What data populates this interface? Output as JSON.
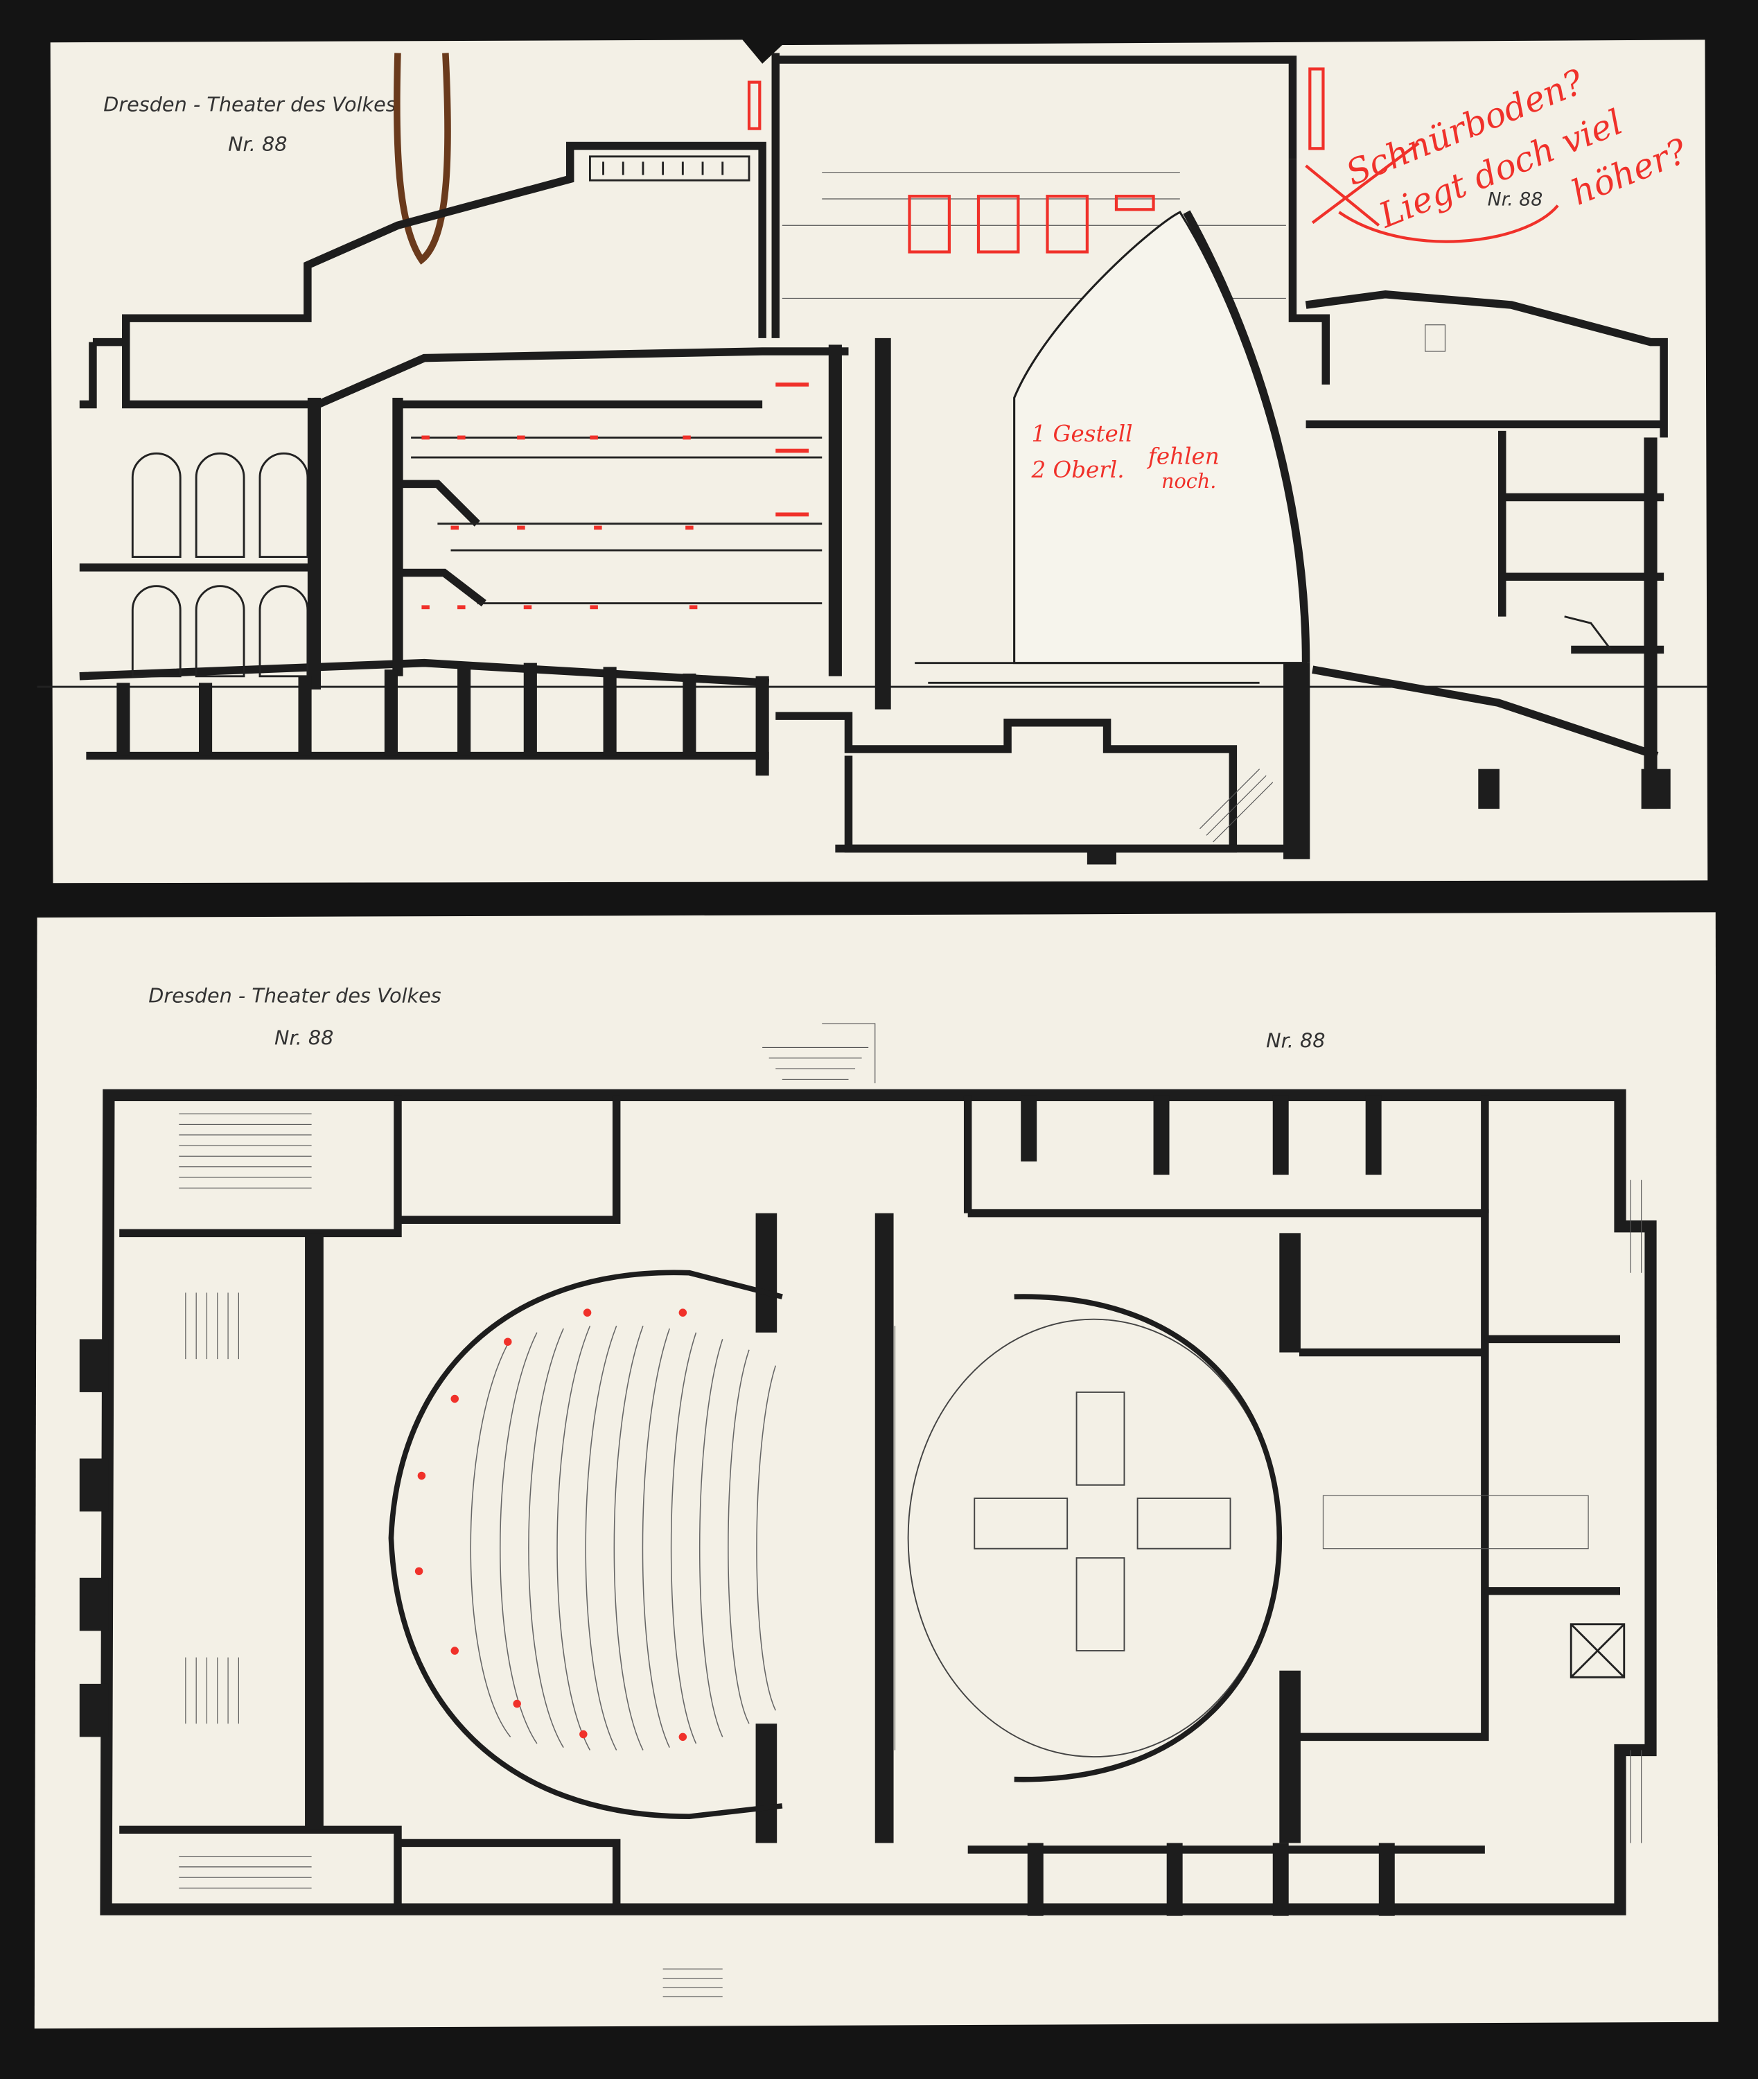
{
  "sheets": {
    "section": {
      "title": "Dresden - Theater des Volkes",
      "number": "Nr. 88",
      "number_right": "Nr. 88",
      "annotation_top": [
        "Schnürboden?",
        "Liegt doch viel",
        "höher?"
      ],
      "annotation_stage": [
        "1 Gestell",
        "2 Oberl.",
        "fehlen",
        "noch."
      ]
    },
    "plan": {
      "title": "Dresden - Theater des Volkes",
      "number_left": "Nr. 88",
      "number_right": "Nr. 88"
    }
  },
  "colors": {
    "background": "#141414",
    "paper": "#f3f0e6",
    "ink": "#1d1d1d",
    "annotation_red": "#f0312a"
  }
}
